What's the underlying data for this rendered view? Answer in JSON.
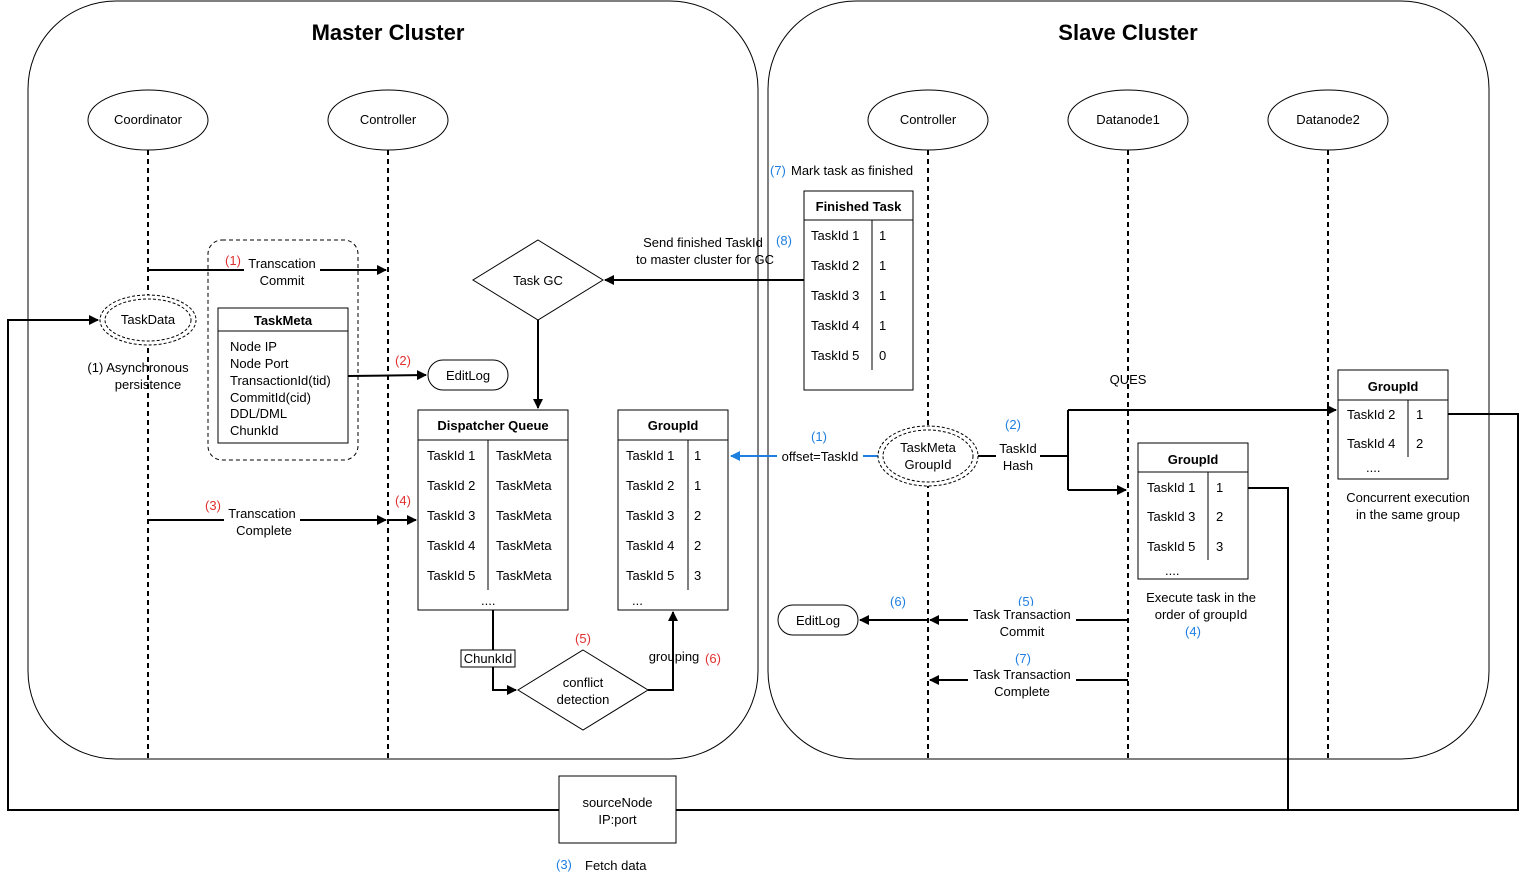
{
  "master": {
    "title": "Master Cluster",
    "coordinator": "Coordinator",
    "controller": "Controller",
    "taskdata": "TaskData",
    "async_persist": [
      "(1) Asynchronous",
      "persistence"
    ],
    "step1_num": "(1)",
    "step1_label": [
      "Transcation",
      "Commit"
    ],
    "taskmeta": {
      "title": "TaskMeta",
      "fields": [
        "Node IP",
        "Node Port",
        "TransactionId(tid)",
        "CommitId(cid)",
        "DDL/DML",
        "ChunkId"
      ]
    },
    "step2_num": "(2)",
    "editlog": "EditLog",
    "step3_num": "(3)",
    "step3_label": [
      "Transcation",
      "Complete"
    ],
    "step4_num": "(4)",
    "task_gc": "Task GC",
    "dispatcher": {
      "title": "Dispatcher Queue",
      "rows": [
        [
          "TaskId 1",
          "TaskMeta"
        ],
        [
          "TaskId 2",
          "TaskMeta"
        ],
        [
          "TaskId 3",
          "TaskMeta"
        ],
        [
          "TaskId 4",
          "TaskMeta"
        ],
        [
          "TaskId 5",
          "TaskMeta"
        ]
      ],
      "more": "...."
    },
    "groupid": {
      "title": "GroupId",
      "rows": [
        [
          "TaskId 1",
          "1"
        ],
        [
          "TaskId 2",
          "1"
        ],
        [
          "TaskId 3",
          "2"
        ],
        [
          "TaskId 4",
          "2"
        ],
        [
          "TaskId 5",
          "3"
        ]
      ],
      "more": "..."
    },
    "chunkid": "ChunkId",
    "step5_num": "(5)",
    "conflict": [
      "conflict",
      "detection"
    ],
    "grouping": "grouping",
    "step6_num": "(6)"
  },
  "slave": {
    "title": "Slave Cluster",
    "controller": "Controller",
    "datanode1": "Datanode1",
    "datanode2": "Datanode2",
    "step7_top_num": "(7)",
    "step7_top_label": "Mark task as finished",
    "finished": {
      "title": "Finished Task",
      "rows": [
        [
          "TaskId 1",
          "1"
        ],
        [
          "TaskId 2",
          "1"
        ],
        [
          "TaskId 3",
          "1"
        ],
        [
          "TaskId 4",
          "1"
        ],
        [
          "TaskId 5",
          "0"
        ]
      ]
    },
    "send_label": [
      "Send finished TaskId",
      "to master cluster for GC"
    ],
    "step8_num": "(8)",
    "ques": "QUES",
    "taskmeta_groupid": [
      "TaskMeta",
      "GroupId"
    ],
    "step1_num": "(1)",
    "offset_label": "offset=TaskId",
    "step2_num": "(2)",
    "hash_label": [
      "TaskId",
      "Hash"
    ],
    "group_dn1": {
      "title": "GroupId",
      "rows": [
        [
          "TaskId 1",
          "1"
        ],
        [
          "TaskId 3",
          "2"
        ],
        [
          "TaskId 5",
          "3"
        ]
      ],
      "more": "...."
    },
    "group_dn2": {
      "title": "GroupId",
      "rows": [
        [
          "TaskId 2",
          "1"
        ],
        [
          "TaskId 4",
          "2"
        ]
      ],
      "more": "...."
    },
    "concurrent": [
      "Concurrent execution",
      "in the same group"
    ],
    "execute_order": [
      "Execute task in the",
      "order of groupId"
    ],
    "step4_num": "(4)",
    "editlog": "EditLog",
    "step6_num": "(6)",
    "step5_num": "(5)",
    "commit_label": [
      "Task Transaction",
      "Commit"
    ],
    "step7_num": "(7)",
    "complete_label": [
      "Task Transaction",
      "Complete"
    ]
  },
  "source": {
    "label": [
      "sourceNode",
      "IP:port"
    ],
    "step3_num": "(3)",
    "fetch": "Fetch data"
  },
  "colors": {
    "red": "#e03030",
    "blue": "#1f7fe0",
    "line": "#000000"
  }
}
